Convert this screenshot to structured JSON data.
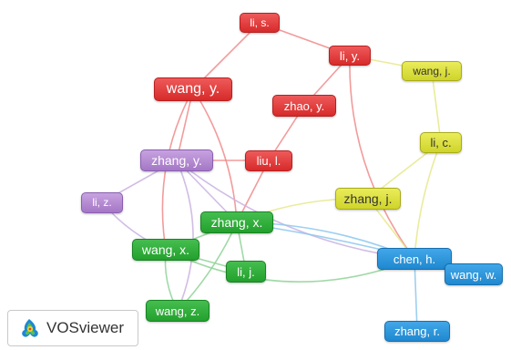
{
  "app": {
    "logo_text": "VOSviewer"
  },
  "colors": {
    "red": "#e03a3a",
    "yellow": "#dfe33f",
    "purple": "#b48cd2",
    "green": "#2fae3a",
    "blue": "#2a95dc",
    "edge_red": "#f08a8a",
    "edge_yellow": "#e6e88a",
    "edge_purple": "#c9b2e0",
    "edge_green": "#8fd296",
    "edge_blue": "#8cc7ee"
  },
  "network": {
    "nodes": [
      {
        "id": "li_s",
        "label": "li, s.",
        "cluster": "red"
      },
      {
        "id": "li_y",
        "label": "li, y.",
        "cluster": "red"
      },
      {
        "id": "wang_y",
        "label": "wang, y.",
        "cluster": "red"
      },
      {
        "id": "zhao_y",
        "label": "zhao, y.",
        "cluster": "red"
      },
      {
        "id": "liu_l",
        "label": "liu, l.",
        "cluster": "red"
      },
      {
        "id": "wang_j",
        "label": "wang, j.",
        "cluster": "yellow"
      },
      {
        "id": "li_c",
        "label": "li, c.",
        "cluster": "yellow"
      },
      {
        "id": "zhang_j",
        "label": "zhang, j.",
        "cluster": "yellow"
      },
      {
        "id": "zhang_y",
        "label": "zhang, y.",
        "cluster": "purple"
      },
      {
        "id": "li_z",
        "label": "li, z.",
        "cluster": "purple"
      },
      {
        "id": "zhang_x",
        "label": "zhang, x.",
        "cluster": "green"
      },
      {
        "id": "wang_x",
        "label": "wang, x.",
        "cluster": "green"
      },
      {
        "id": "li_j",
        "label": "li, j.",
        "cluster": "green"
      },
      {
        "id": "wang_z",
        "label": "wang, z.",
        "cluster": "green"
      },
      {
        "id": "chen_h",
        "label": "chen, h.",
        "cluster": "blue"
      },
      {
        "id": "wang_w",
        "label": "wang, w.",
        "cluster": "blue"
      },
      {
        "id": "zhang_r",
        "label": "zhang, r.",
        "cluster": "blue"
      }
    ],
    "links": [
      {
        "source": "li_s",
        "target": "li_y",
        "cluster": "red"
      },
      {
        "source": "li_s",
        "target": "wang_y",
        "cluster": "red"
      },
      {
        "source": "li_y",
        "target": "zhao_y",
        "cluster": "red"
      },
      {
        "source": "li_y",
        "target": "wang_j",
        "cluster": "yellow"
      },
      {
        "source": "li_y",
        "target": "chen_h",
        "cluster": "red"
      },
      {
        "source": "zhao_y",
        "target": "liu_l",
        "cluster": "red"
      },
      {
        "source": "wang_y",
        "target": "zhang_y",
        "cluster": "red"
      },
      {
        "source": "wang_y",
        "target": "zhang_x",
        "cluster": "red"
      },
      {
        "source": "wang_y",
        "target": "wang_x",
        "cluster": "red"
      },
      {
        "source": "liu_l",
        "target": "zhang_x",
        "cluster": "red"
      },
      {
        "source": "liu_l",
        "target": "zhang_y",
        "cluster": "red"
      },
      {
        "source": "wang_j",
        "target": "li_c",
        "cluster": "yellow"
      },
      {
        "source": "li_c",
        "target": "zhang_j",
        "cluster": "yellow"
      },
      {
        "source": "li_c",
        "target": "chen_h",
        "cluster": "yellow"
      },
      {
        "source": "zhang_j",
        "target": "chen_h",
        "cluster": "yellow"
      },
      {
        "source": "zhang_j",
        "target": "zhang_x",
        "cluster": "yellow"
      },
      {
        "source": "zhang_y",
        "target": "li_z",
        "cluster": "purple"
      },
      {
        "source": "zhang_y",
        "target": "zhang_x",
        "cluster": "purple"
      },
      {
        "source": "zhang_y",
        "target": "chen_h",
        "cluster": "purple"
      },
      {
        "source": "zhang_y",
        "target": "wang_z",
        "cluster": "purple"
      },
      {
        "source": "li_z",
        "target": "wang_x",
        "cluster": "purple"
      },
      {
        "source": "zhang_x",
        "target": "wang_x",
        "cluster": "green"
      },
      {
        "source": "zhang_x",
        "target": "li_j",
        "cluster": "green"
      },
      {
        "source": "zhang_x",
        "target": "wang_z",
        "cluster": "green"
      },
      {
        "source": "zhang_x",
        "target": "chen_h",
        "cluster": "blue"
      },
      {
        "source": "zhang_x",
        "target": "wang_w",
        "cluster": "blue"
      },
      {
        "source": "wang_x",
        "target": "li_j",
        "cluster": "green"
      },
      {
        "source": "wang_x",
        "target": "wang_z",
        "cluster": "green"
      },
      {
        "source": "wang_x",
        "target": "chen_h",
        "cluster": "green"
      },
      {
        "source": "chen_h",
        "target": "wang_w",
        "cluster": "blue"
      },
      {
        "source": "chen_h",
        "target": "zhang_r",
        "cluster": "blue"
      }
    ]
  }
}
